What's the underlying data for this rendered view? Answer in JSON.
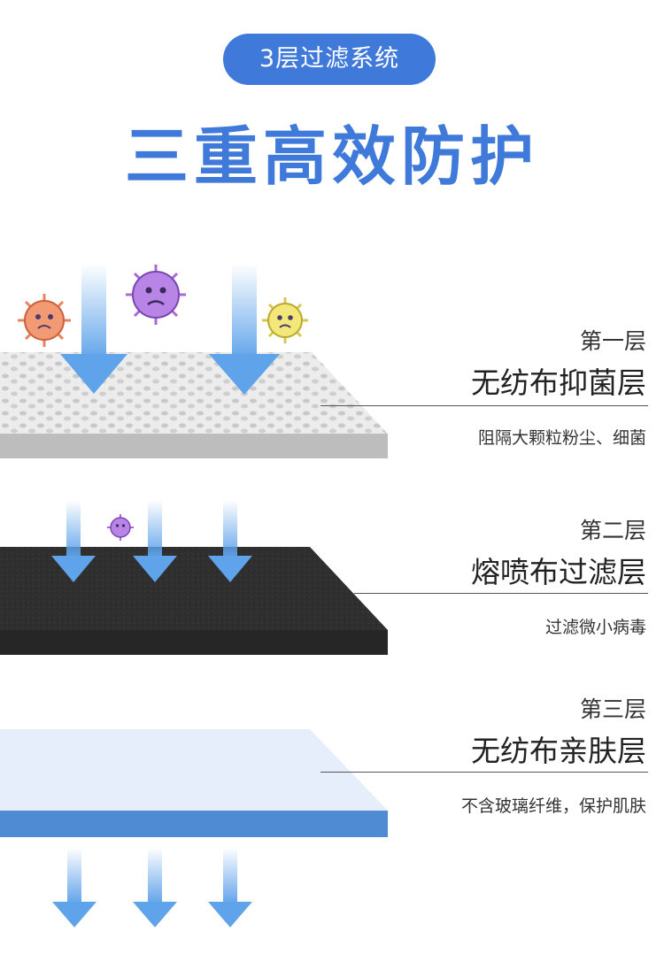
{
  "badge": "3层过滤系统",
  "headline": "三重高效防护",
  "layers": [
    {
      "number": "第一层",
      "name": "无纺布抑菌层",
      "desc": "阻隔大颗粒粉尘、细菌"
    },
    {
      "number": "第二层",
      "name": "熔喷布过滤层",
      "desc": "过滤微小病毒"
    },
    {
      "number": "第三层",
      "name": "无纺布亲肤层",
      "desc": "不含玻璃纤维，保护肌肤"
    }
  ],
  "colors": {
    "accent": "#3f79d9",
    "arrow": "#5fa3ea",
    "layer1": "#e6e6e6",
    "layer2": "#2e2e2e",
    "layer3": "#e6eefb",
    "layer3_edge": "#4f8bd3"
  },
  "icons": [
    "orange-germ-icon",
    "purple-germ-icon",
    "yellow-germ-icon",
    "small-purple-germ-icon",
    "down-arrow-icon"
  ]
}
